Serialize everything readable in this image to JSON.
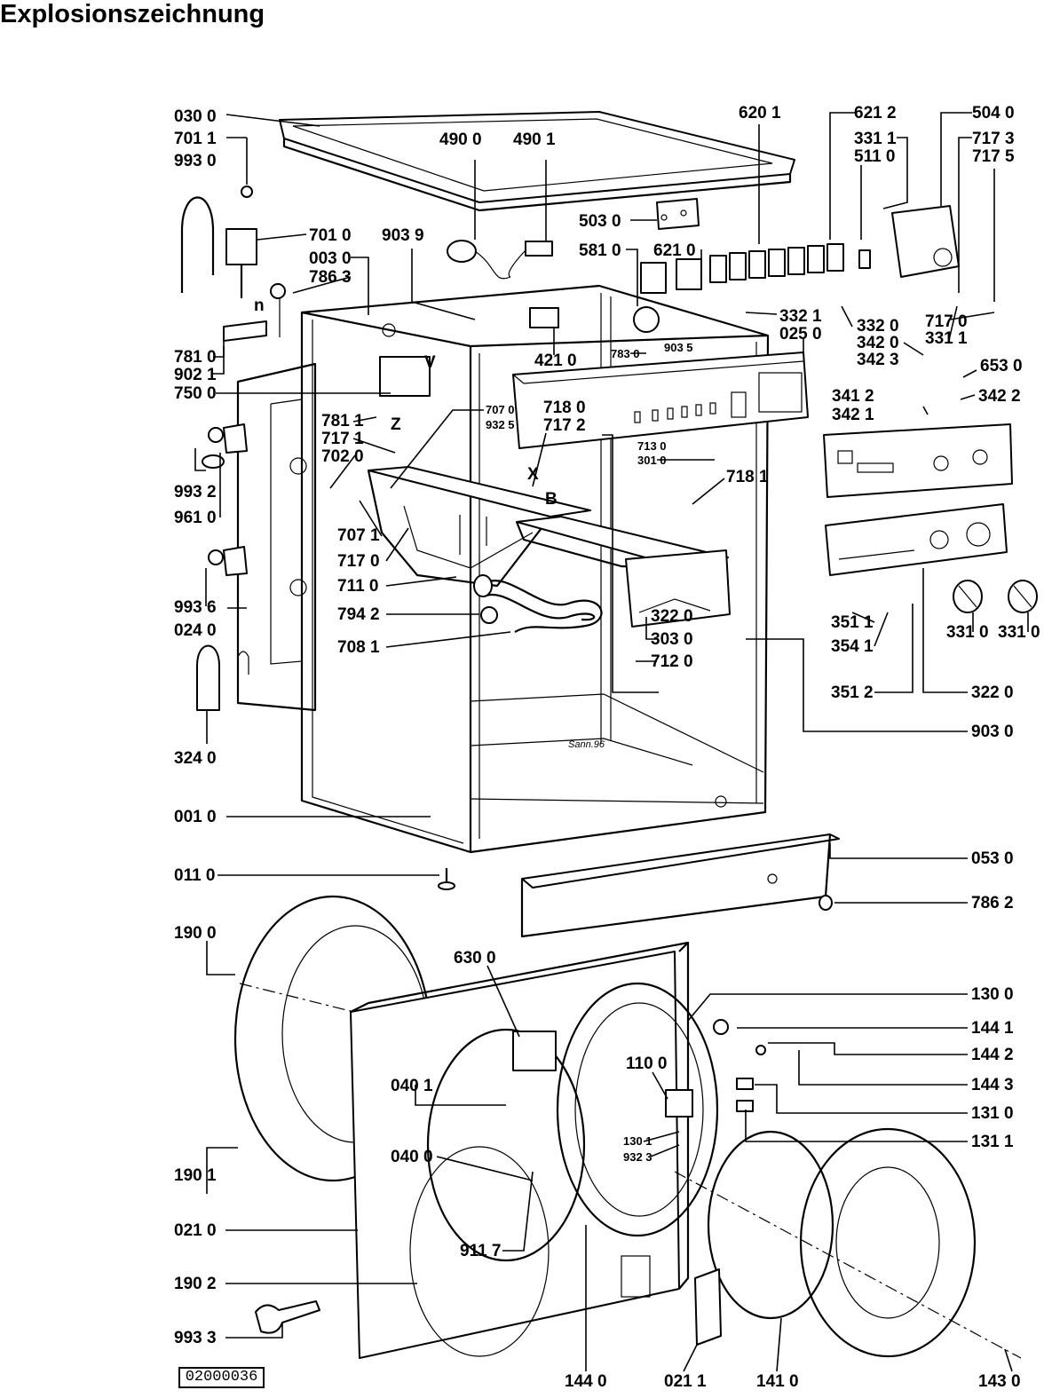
{
  "title": "Explosionszeichnung",
  "document_number": "02000036",
  "part_labels": [
    "030 0",
    "701 1",
    "993 0",
    "490 0",
    "490 1",
    "620 1",
    "621 2",
    "331 1",
    "511 0",
    "504 0",
    "717 3",
    "717 5",
    "503 0",
    "581 0",
    "621 0",
    "701 0",
    "003 0",
    "786 3",
    "903 9",
    "332 1",
    "025 0",
    "332 0",
    "342 0",
    "342 3",
    "717 0",
    "331 1",
    "653 0",
    "341 2",
    "342 2",
    "342 1",
    "781 0",
    "902 1",
    "750 0",
    "421 0",
    "783 0",
    "903 5",
    "781 1",
    "717 1",
    "702 0",
    "707 0",
    "932 5",
    "718 0",
    "717 2",
    "713 0",
    "301 0",
    "718 1",
    "993 2",
    "961 0",
    "707 1",
    "717 0",
    "711 0",
    "993 6",
    "024 0",
    "794 2",
    "708 1",
    "322 0",
    "303 0",
    "712 0",
    "351 1",
    "354 1",
    "351 2",
    "331 0",
    "331 0",
    "322 0",
    "903 0",
    "324 0",
    "001 0",
    "053 0",
    "011 0",
    "786 2",
    "190 0",
    "630 0",
    "130 0",
    "144 1",
    "144 2",
    "144 3",
    "131 0",
    "131 1",
    "040 1",
    "110 0",
    "130 1",
    "932 3",
    "040 0",
    "190 1",
    "021 0",
    "911 7",
    "190 2",
    "993 3",
    "144 0",
    "021 1",
    "141 0",
    "143 0"
  ],
  "inline_markings": [
    "Sann.96",
    "V",
    "Z",
    "X",
    "B",
    "n"
  ]
}
